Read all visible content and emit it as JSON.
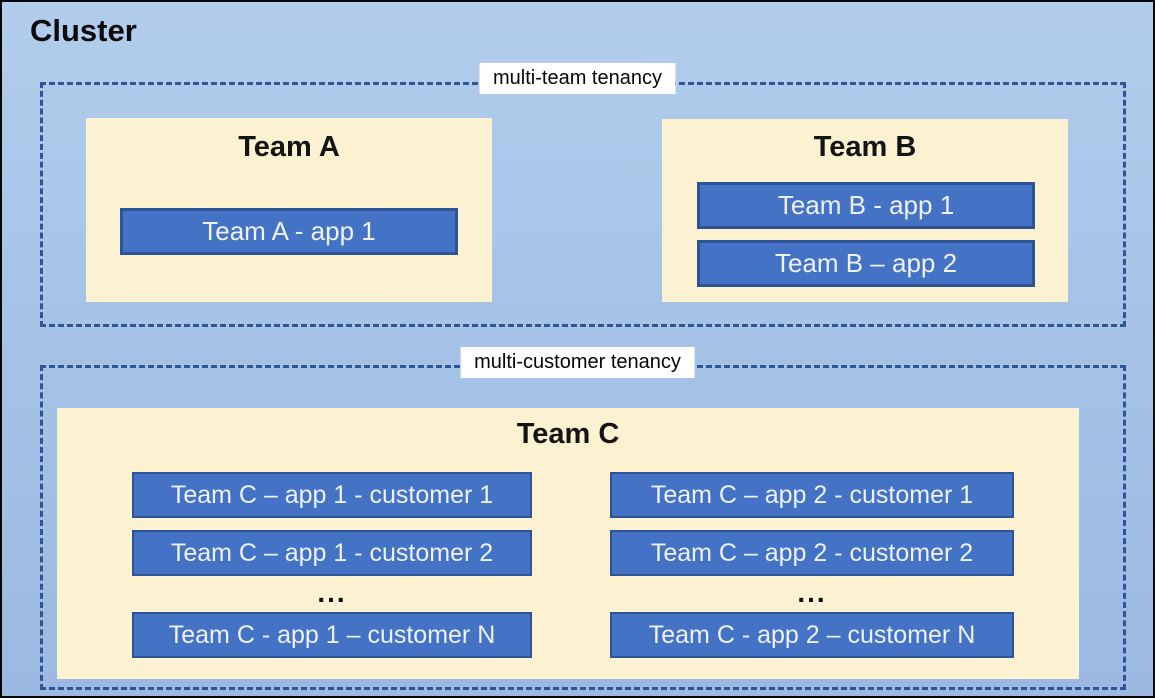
{
  "cluster": {
    "title": "Cluster"
  },
  "sections": [
    {
      "label": "multi-team tenancy",
      "teams": [
        {
          "name": "Team A",
          "apps": [
            "Team A - app 1"
          ]
        },
        {
          "name": "Team B",
          "apps": [
            "Team B - app 1",
            "Team B – app 2"
          ]
        }
      ]
    },
    {
      "label": "multi-customer tenancy",
      "teams": [
        {
          "name": "Team C",
          "columns": [
            {
              "rows": [
                "Team C – app 1 - customer 1",
                "Team C – app 1 - customer 2"
              ],
              "ellipsis": "...",
              "last_row": "Team C - app 1 – customer N"
            },
            {
              "rows": [
                "Team C – app 2 - customer 1",
                "Team C – app 2 - customer 2"
              ],
              "ellipsis": "...",
              "last_row": "Team C - app 2 – customer N"
            }
          ]
        }
      ]
    }
  ],
  "colors": {
    "cluster_bg": "#a6c3e7",
    "cluster_border": "#060606",
    "dashed_border": "#2f5597",
    "team_bg": "#fcf2d1",
    "app_bg": "#4472c4",
    "app_border": "#2f5496",
    "app_text": "#edf2fb",
    "label_bg": "#ffffff"
  }
}
